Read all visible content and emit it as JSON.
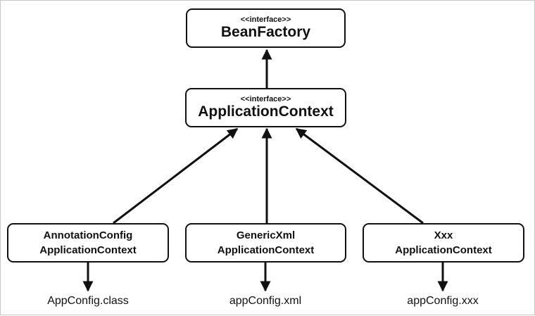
{
  "diagram": {
    "bean_factory": {
      "stereotype": "<<interface>>",
      "name": "BeanFactory"
    },
    "application_context": {
      "stereotype": "<<interface>>",
      "name": "ApplicationContext"
    },
    "implementations": [
      {
        "line1": "AnnotationConfig",
        "line2": "ApplicationContext",
        "config": "AppConfig.class"
      },
      {
        "line1": "GenericXml",
        "line2": "ApplicationContext",
        "config": "appConfig.xml"
      },
      {
        "line1": "Xxx",
        "line2": "ApplicationContext",
        "config": "appConfig.xxx"
      }
    ],
    "colors": {
      "stroke": "#111111",
      "background": "#ffffff",
      "frame": "#c8c8c8"
    }
  }
}
